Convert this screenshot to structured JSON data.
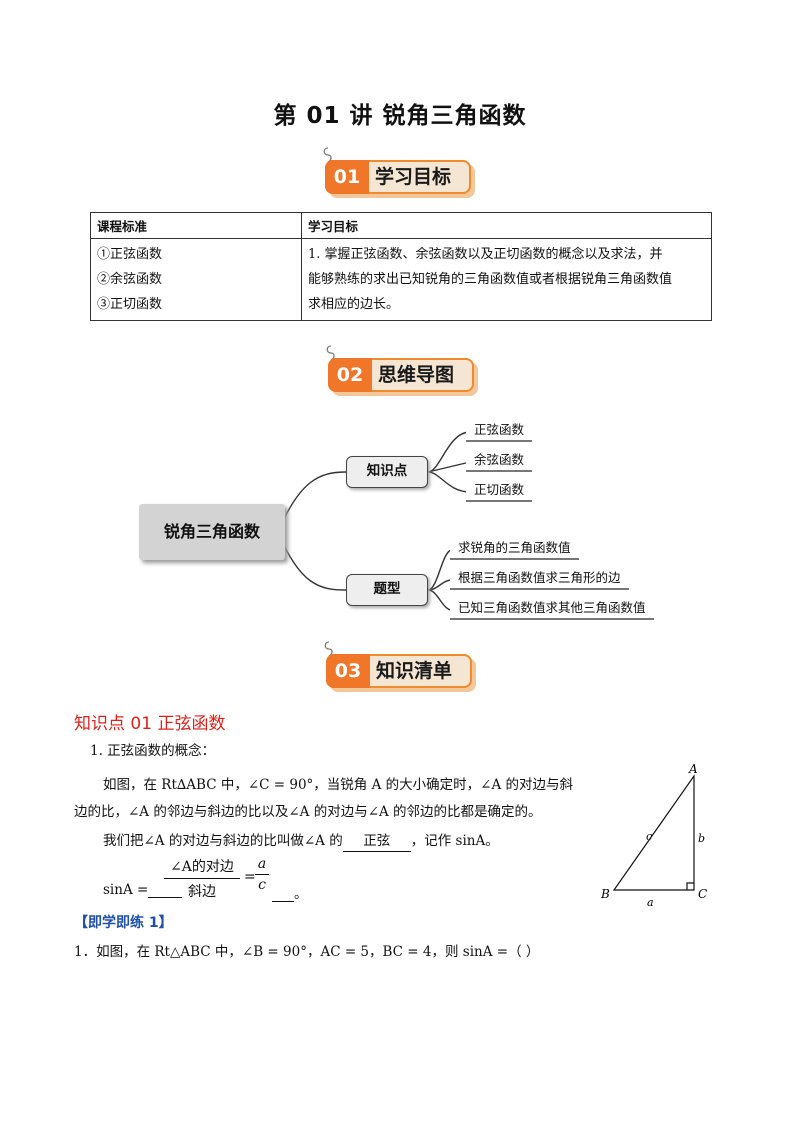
{
  "doc": {
    "title": "第 01 讲  锐角三角函数"
  },
  "sections": {
    "s1": {
      "num": "01",
      "label": "学习目标"
    },
    "s2": {
      "num": "02",
      "label": "思维导图"
    },
    "s3": {
      "num": "03",
      "label": "知识清单"
    }
  },
  "goals_table": {
    "headers": [
      "课程标准",
      "学习目标"
    ],
    "standards": [
      "①正弦函数",
      "②余弦函数",
      "③正切函数"
    ],
    "objective_lines": [
      "1. 掌握正弦函数、余弦函数以及正切函数的概念以及求法，并",
      "能够熟练的求出已知锐角的三角函数值或者根据锐角三角函数值",
      "求相应的边长。"
    ]
  },
  "mindmap": {
    "root": "锐角三角函数",
    "branch1": "知识点",
    "branch1_leaves": [
      "正弦函数",
      "余弦函数",
      "正切函数"
    ],
    "branch2": "题型",
    "branch2_leaves": [
      "求锐角的三角函数值",
      "根据三角函数值求三角形的边",
      "已知三角函数值求其他三角函数值"
    ]
  },
  "knowledge": {
    "heading": "知识点 01    正弦函数",
    "item1": "1. 正弦函数的概念：",
    "p1_line1": "如图，在 Rt∆ABC 中，∠C = 90°，当锐角 A 的大小确定时，∠A 的对边与斜",
    "p1_line2": "边的比，∠A 的邻边与斜边的比以及∠A 的对边与∠A 的邻边的比都是确定的。",
    "p2_before": "我们把∠A 的对边与斜边的比叫做∠A 的",
    "p2_blank": "正弦",
    "p2_after": "，记作 sinA。",
    "sin_label": "sinA =",
    "frac1_num": "∠A的对边",
    "frac1_den": "斜边",
    "eq": "=",
    "frac2_num": "a",
    "frac2_den": "c",
    "end_mark": "。"
  },
  "triangle": {
    "A": "A",
    "B": "B",
    "C": "C",
    "a": "a",
    "b": "b",
    "c": "c"
  },
  "practice": {
    "heading": "【即学即练 1】",
    "q1": "1．如图，在 Rt△ABC 中，∠B = 90°，AC = 5，BC = 4，则 sinA =（        ）"
  }
}
